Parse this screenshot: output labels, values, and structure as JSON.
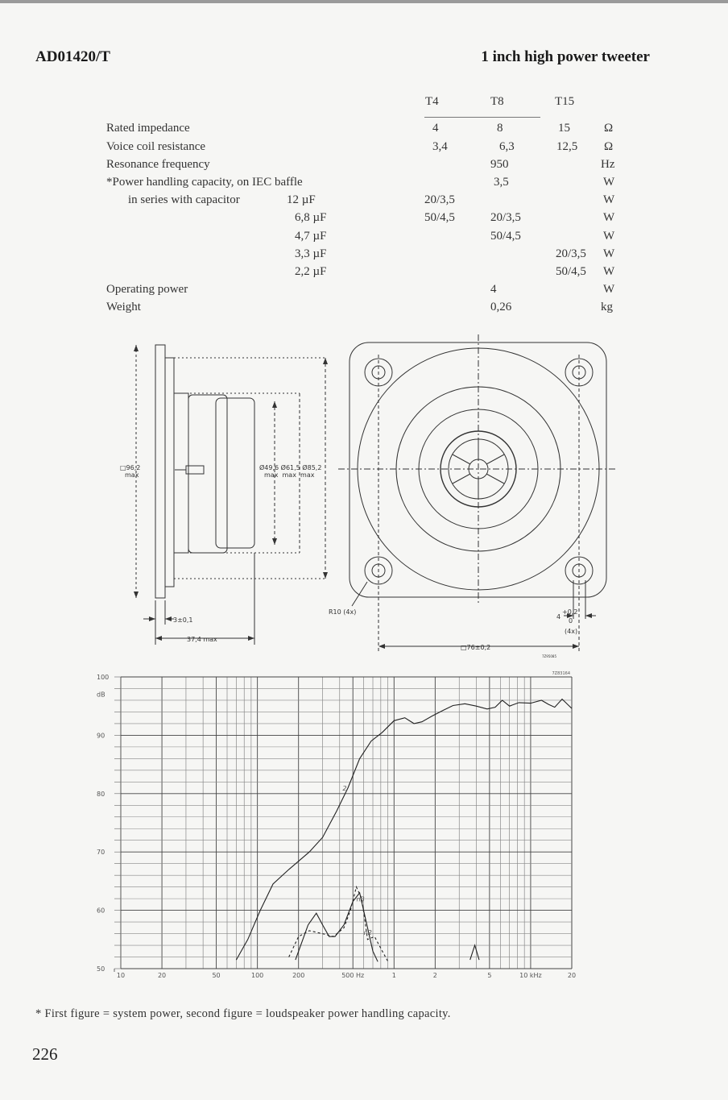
{
  "header": {
    "type_number": "AD01420/T",
    "product_title": "1 inch high power tweeter"
  },
  "spec_table": {
    "columns": [
      "T4",
      "T8",
      "T15"
    ],
    "rows": [
      {
        "label": "Rated impedance",
        "t4": "4",
        "t8": "8",
        "t15": "15",
        "unit": "Ω"
      },
      {
        "label": "Voice coil resistance",
        "t4": "3,4",
        "t8": "6,3",
        "t15": "12,5",
        "unit": "Ω"
      },
      {
        "label": "Resonance frequency",
        "t4": "",
        "t8": "950",
        "t15": "",
        "unit": "Hz"
      },
      {
        "label": "*Power handling capacity, on IEC baffle",
        "t4": "",
        "t8": "3,5",
        "t15": "",
        "unit": "W"
      },
      {
        "label": "in series with capacitor",
        "cap": "12 µF",
        "t4": "20/3,5",
        "t8": "",
        "t15": "",
        "unit": "W"
      },
      {
        "label": "",
        "cap": "6,8 µF",
        "t4": "50/4,5",
        "t8": "20/3,5",
        "t15": "",
        "unit": "W"
      },
      {
        "label": "",
        "cap": "4,7 µF",
        "t4": "",
        "t8": "50/4,5",
        "t15": "",
        "unit": "W"
      },
      {
        "label": "",
        "cap": "3,3 µF",
        "t4": "",
        "t8": "",
        "t15": "20/3,5",
        "unit": "W"
      },
      {
        "label": "",
        "cap": "2,2 µF",
        "t4": "",
        "t8": "",
        "t15": "50/4,5",
        "unit": "W"
      },
      {
        "label": "Operating power",
        "t4": "",
        "t8": "4",
        "t15": "",
        "unit": "W"
      },
      {
        "label": "Weight",
        "t4": "",
        "t8": "0,26",
        "t15": "",
        "unit": "kg"
      }
    ]
  },
  "drawing": {
    "side_view": {
      "outer_dim": "□96,2",
      "outer_dim_note": "max",
      "diameters": "Ø49,6 Ø61,5 Ø85,2",
      "diameters_note": "max  max  max",
      "flange_thickness": "3±0,1",
      "depth": "37,4 max"
    },
    "front_view": {
      "radius_label": "R10 (4x)",
      "hole_label": "4",
      "hole_tol_plus": "+0,2",
      "hole_tol_zero": "0",
      "hole_count": "(4x)",
      "pitch": "□76±0,2",
      "drawing_code": "7Z95085"
    }
  },
  "chart_data": {
    "type": "line",
    "figure_code": "7Z83164",
    "ylabel": "dB",
    "yticks": [
      "100",
      "90",
      "80",
      "70",
      "60",
      "50"
    ],
    "ylim": [
      50,
      100
    ],
    "xscale": "log",
    "xlim": [
      10,
      20000
    ],
    "xticks": [
      {
        "value": 10,
        "label": "10"
      },
      {
        "value": 20,
        "label": "20"
      },
      {
        "value": 50,
        "label": "50"
      },
      {
        "value": 100,
        "label": "100"
      },
      {
        "value": 200,
        "label": "200"
      },
      {
        "value": 500,
        "label": "500 Hz"
      },
      {
        "value": 1000,
        "label": "1"
      },
      {
        "value": 2000,
        "label": "2"
      },
      {
        "value": 5000,
        "label": "5"
      },
      {
        "value": 10000,
        "label": "10 kHz"
      },
      {
        "value": 20000,
        "label": "20"
      }
    ],
    "series": [
      {
        "name": "",
        "style": "solid",
        "points": [
          [
            70,
            51.5
          ],
          [
            85,
            55
          ],
          [
            105,
            60
          ],
          [
            130,
            64.5
          ],
          [
            170,
            67
          ],
          [
            240,
            70
          ],
          [
            300,
            72.5
          ],
          [
            380,
            77
          ],
          [
            460,
            81
          ],
          [
            560,
            86
          ],
          [
            680,
            89
          ],
          [
            820,
            90.5
          ],
          [
            1000,
            92.5
          ],
          [
            1200,
            93
          ],
          [
            1400,
            92
          ],
          [
            1600,
            92.3
          ],
          [
            1900,
            93.3
          ],
          [
            2300,
            94.3
          ],
          [
            2700,
            95.1
          ],
          [
            3300,
            95.4
          ],
          [
            4000,
            95
          ],
          [
            4800,
            94.5
          ],
          [
            5500,
            94.8
          ],
          [
            6200,
            96
          ],
          [
            7000,
            95
          ],
          [
            8200,
            95.6
          ],
          [
            10000,
            95.5
          ],
          [
            12000,
            96
          ],
          [
            13500,
            95.3
          ],
          [
            15000,
            94.8
          ],
          [
            17000,
            96.2
          ],
          [
            20000,
            94.6
          ]
        ]
      },
      {
        "name": "",
        "style": "solid",
        "points": [
          [
            190,
            51.5
          ],
          [
            235,
            57.5
          ],
          [
            270,
            59.5
          ],
          [
            300,
            57.5
          ],
          [
            335,
            55.5
          ],
          [
            370,
            55.5
          ],
          [
            430,
            57.5
          ],
          [
            500,
            61.5
          ],
          [
            560,
            63
          ],
          [
            640,
            57
          ],
          [
            700,
            53
          ],
          [
            760,
            51.2
          ]
        ]
      },
      {
        "name": "",
        "style": "solid",
        "points": [
          [
            3600,
            51.5
          ],
          [
            3900,
            54
          ],
          [
            4200,
            51.5
          ]
        ]
      },
      {
        "name": "",
        "style": "dashed",
        "points": [
          [
            170,
            52
          ],
          [
            200,
            55.5
          ],
          [
            240,
            56.5
          ],
          [
            300,
            56
          ],
          [
            360,
            55.5
          ],
          [
            430,
            57
          ],
          [
            480,
            60
          ],
          [
            530,
            64
          ],
          [
            580,
            62
          ],
          [
            640,
            55
          ],
          [
            720,
            55.5
          ],
          [
            820,
            53
          ],
          [
            900,
            51.3
          ]
        ]
      }
    ],
    "annotations": [
      "n3",
      "n2",
      "2"
    ]
  },
  "footnote": "* First figure = system power, second figure = loudspeaker power handling capacity.",
  "page_number": "226"
}
